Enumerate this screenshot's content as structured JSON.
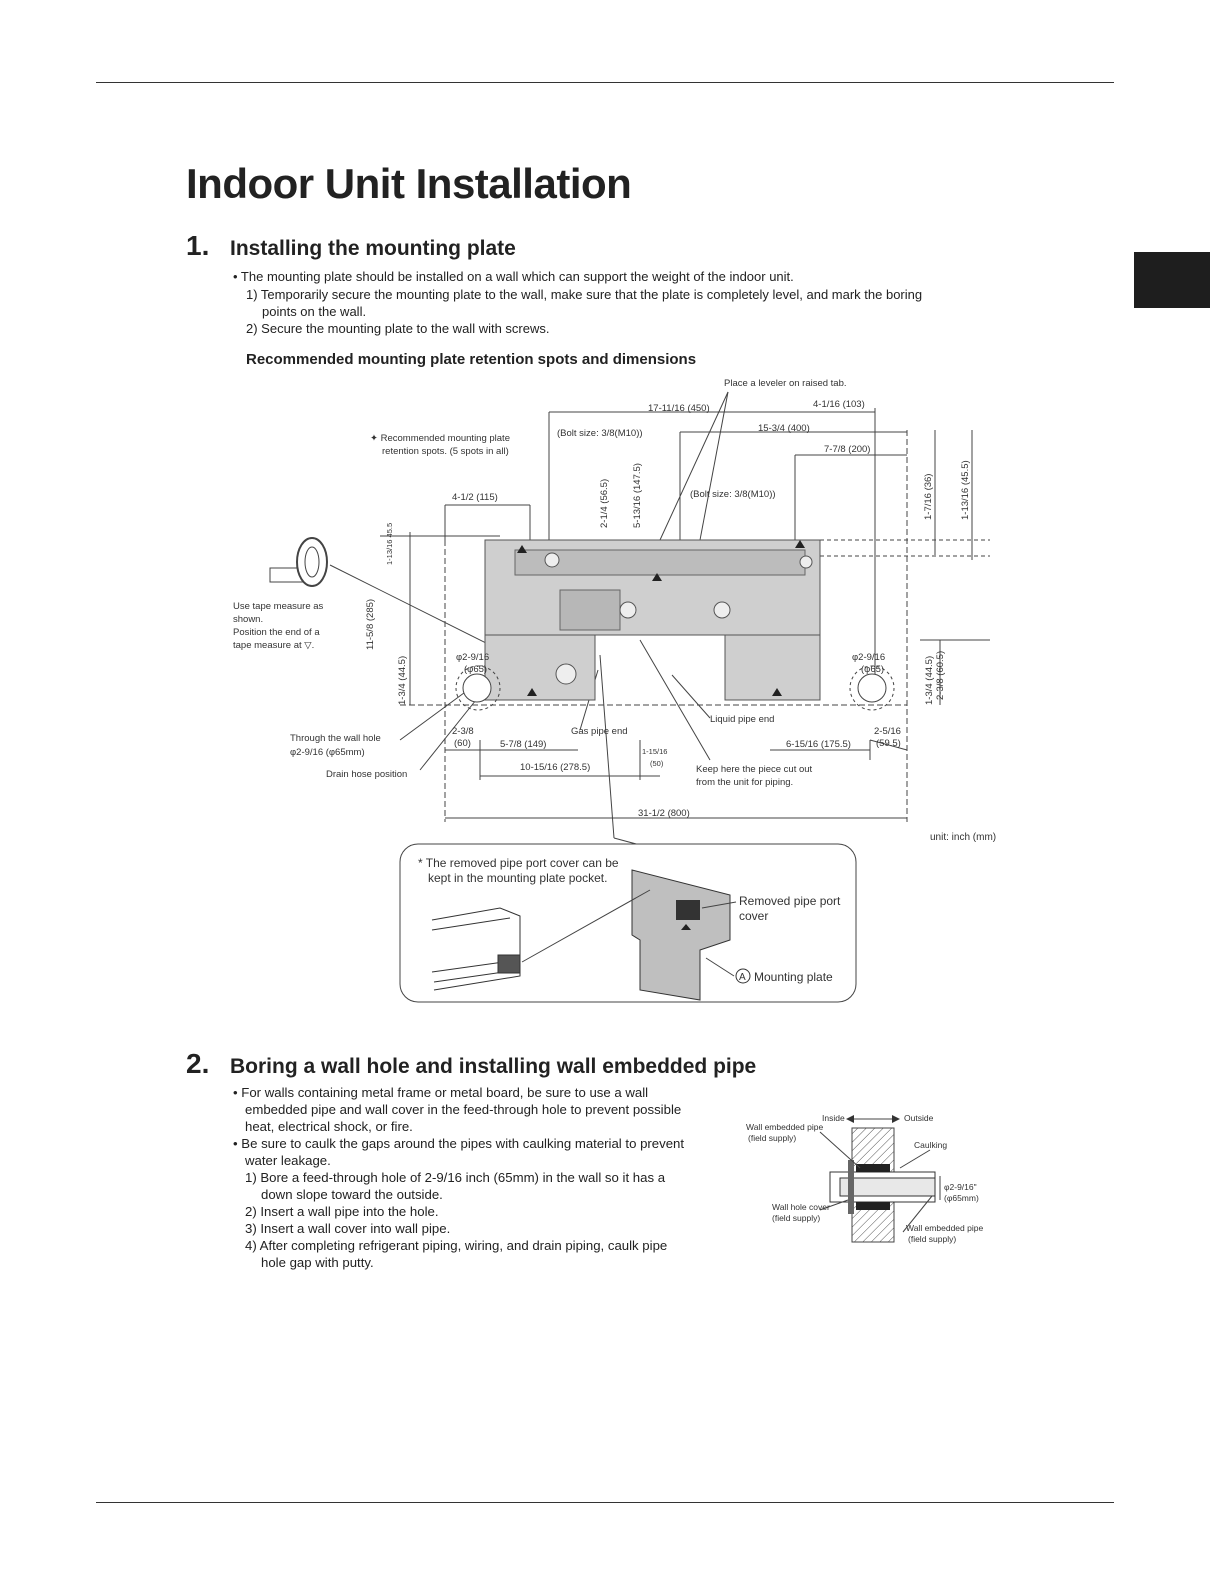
{
  "page": {
    "heading": "Indoor Unit Installation"
  },
  "section1": {
    "number": "1.",
    "title": "Installing the mounting plate",
    "bullet": "• The mounting plate should be installed on a wall which can support the weight of the indoor unit.",
    "step1a": "1) Temporarily secure the mounting plate to the wall, make sure that the plate is completely level, and mark the boring",
    "step1b": "points on the wall.",
    "step2": "2) Secure the mounting plate to the wall with screws.",
    "subheading": "Recommended mounting plate retention spots and dimensions"
  },
  "diagram1": {
    "leveler": "Place a leveler on raised tab.",
    "dim_450": "17-11/16 (450)",
    "dim_103": "4-1/16 (103)",
    "bolt_left": "(Bolt size: 3/8(M10))",
    "dim_400": "15-3/4 (400)",
    "dim_200": "7-7/8 (200)",
    "retention_a": "✦ Recommended mounting plate",
    "retention_b": "retention spots. (5 spots in all)",
    "dim_115": "4-1/2 (115)",
    "dim_56_5": "2-1/4 (56.5)",
    "dim_147_5": "5-13/16 (147.5)",
    "bolt_right": "(Bolt size: 3/8(M10))",
    "dim_36": "1-7/16 (36)",
    "dim_45_5": "1-13/16 (45.5)",
    "dim_left_45": "1-13/16 45.5",
    "tape_1": "Use tape measure as",
    "tape_2": "shown.",
    "tape_3": "Position the end of a",
    "tape_4": "tape measure at ▽.",
    "dim_285": "11-5/8 (285)",
    "dim_44_5_left": "1-3/4 (44.5)",
    "hole_left_a": "φ2-9/16",
    "hole_left_b": "(φ65)",
    "hole_right_a": "φ2-9/16",
    "hole_right_b": "(φ65)",
    "dim_60_5": "2-3/8 (60.5)",
    "dim_44_5_right": "1-3/4 (44.5)",
    "liquid": "Liquid pipe end",
    "wall_hole_a": "Through the wall hole",
    "wall_hole_b": "φ2-9/16 (φ65mm)",
    "dim_60_a": "2-3/8",
    "dim_60_b": "(60)",
    "dim_149": "5-7/8 (149)",
    "gas": "Gas pipe end",
    "dim_175_5": "6-15/16 (175.5)",
    "dim_59_5_a": "2-5/16",
    "dim_59_5_b": "(59.5)",
    "drain": "Drain hose position",
    "dim_278_5": "10-15/16 (278.5)",
    "dim_50_a": "1-15/16",
    "dim_50_b": "(50)",
    "keep_a": "Keep here the piece cut out",
    "keep_b": "from the unit for piping.",
    "dim_800": "31-1/2 (800)",
    "unit": "unit: inch (mm)"
  },
  "callout": {
    "note_a": "* The removed pipe port cover can be",
    "note_b": "kept in the mounting plate pocket.",
    "removed_a": "Removed pipe port",
    "removed_b": "cover",
    "plate_letter": "A",
    "plate_label": "Mounting plate"
  },
  "section2": {
    "number": "2.",
    "title": "Boring a wall hole and installing wall embedded pipe",
    "b1_l1": "• For walls containing metal frame or metal board, be sure to use a wall",
    "b1_l2": "embedded pipe and wall cover in the feed-through hole to prevent possible",
    "b1_l3": "heat, electrical shock, or fire.",
    "b2_l1": "• Be sure to caulk the gaps around the pipes with caulking material to prevent",
    "b2_l2": "water leakage.",
    "s1_l1": "1) Bore a feed-through hole of 2-9/16 inch (65mm) in the wall so it has a",
    "s1_l2": "down slope toward the outside.",
    "s2": "2) Insert a wall pipe into the hole.",
    "s3": "3) Insert a wall cover into wall pipe.",
    "s4_l1": "4) After completing refrigerant piping, wiring, and drain piping, caulk pipe",
    "s4_l2": "hole gap with putty."
  },
  "diagram2": {
    "inside": "Inside",
    "outside": "Outside",
    "emb_a": "Wall embedded pipe",
    "emb_b": "(field supply)",
    "caulking": "Caulking",
    "dia_a": "φ2-9/16\"",
    "dia_b": "(φ65mm)",
    "cover_a": "Wall hole cover",
    "cover_b": "(field supply)",
    "emb2_a": "Wall embedded pipe",
    "emb2_b": "(field supply)"
  }
}
